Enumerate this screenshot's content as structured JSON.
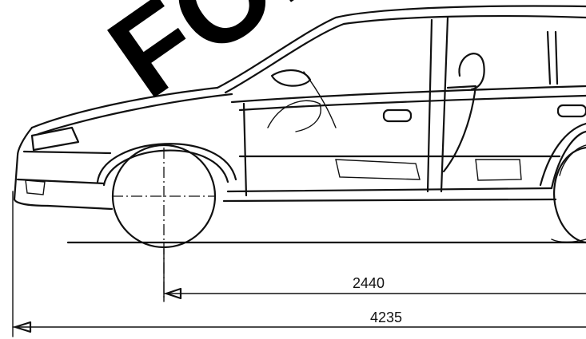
{
  "dimensions": {
    "wheelbase": "2440",
    "overall_length": "4235"
  },
  "watermark": {
    "text": "FO.",
    "color": "#000000"
  }
}
